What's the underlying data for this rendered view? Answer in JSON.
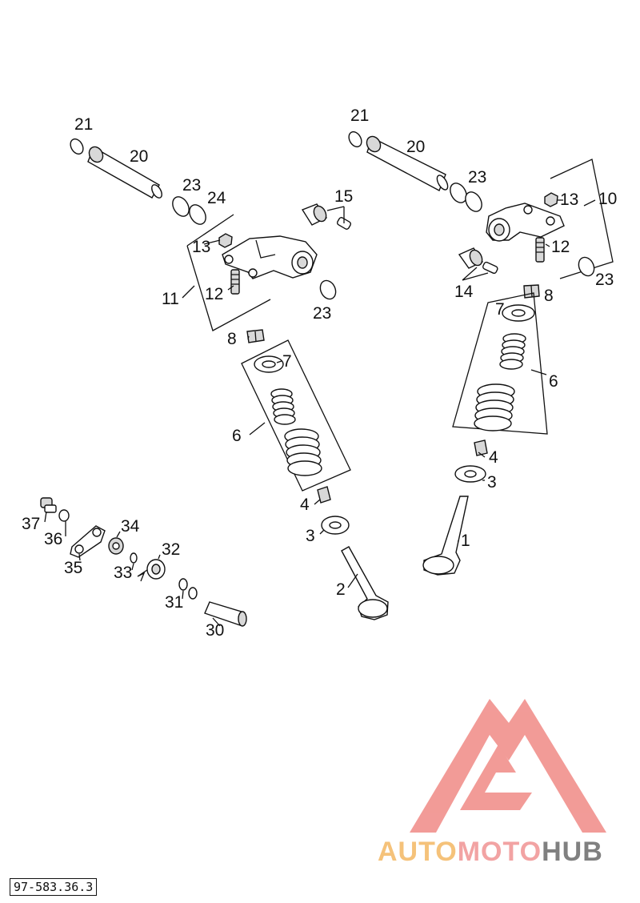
{
  "doc_id": "97-583.36.3",
  "brand": {
    "part1": "AUTO",
    "part2": "MOTO",
    "part3": "HUB"
  },
  "colors": {
    "logo_red": "#f08a86",
    "logo_orange": "#f5c27a",
    "logo_grey": "#808080"
  },
  "labels": {
    "l21": "21",
    "l20": "20",
    "l23a": "23",
    "l24": "24",
    "l15": "15",
    "l13a": "13",
    "l11": "11",
    "l12a": "12",
    "l23b": "23",
    "l8a": "8",
    "l7a": "7",
    "l6a": "6",
    "l4a": "4",
    "l3a": "3",
    "l2": "2",
    "r21": "21",
    "r20": "20",
    "r23a": "23",
    "r13": "13",
    "r10": "10",
    "r12": "12",
    "r23b": "23",
    "r14": "14",
    "r8": "8",
    "r7": "7",
    "r6": "6",
    "r4": "4",
    "r3": "3",
    "r1": "1",
    "b37": "37",
    "b36": "36",
    "b35": "35",
    "b34": "34",
    "b32": "32",
    "b33": "33",
    "b31": "31",
    "b30": "30"
  }
}
